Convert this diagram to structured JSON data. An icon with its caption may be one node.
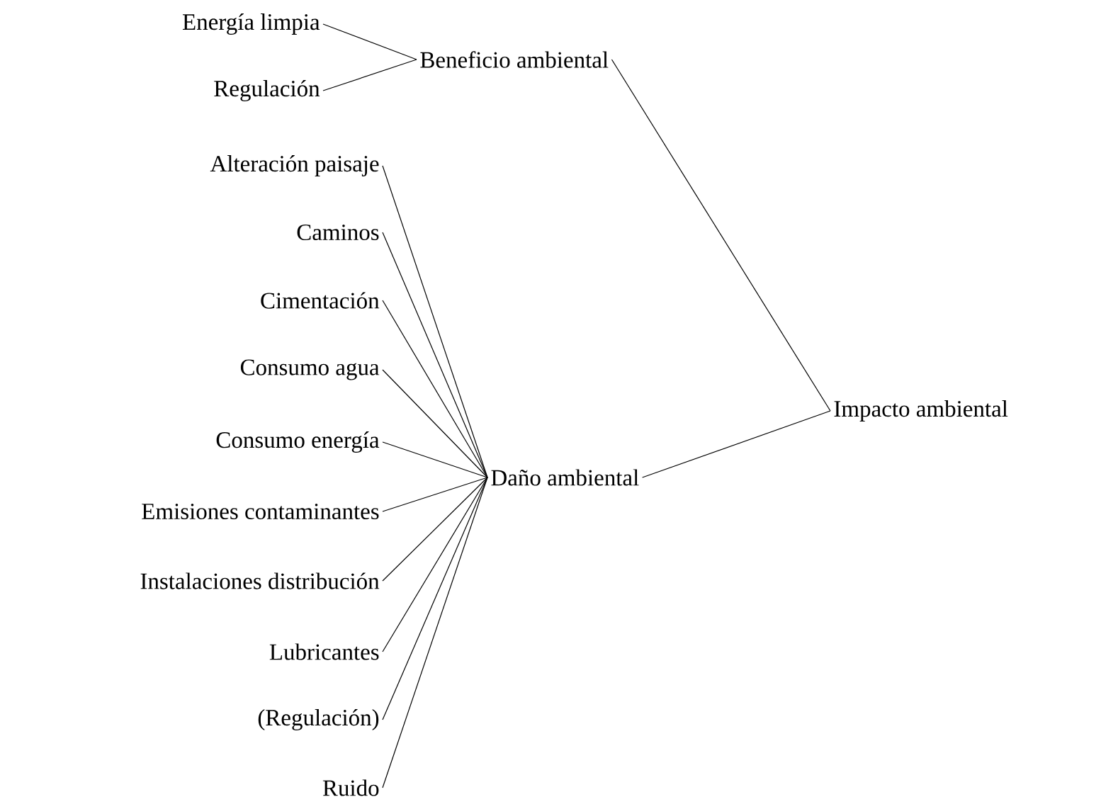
{
  "diagram": {
    "nodes": [
      {
        "text": [
          "Impacto ambiental"
        ]
      },
      {
        "text": [
          "Beneficio ambiental"
        ]
      },
      {
        "text": [
          "Energía limpia"
        ]
      },
      {
        "text": [
          "Regulación"
        ]
      },
      {
        "text": [
          "Daño ambiental"
        ]
      },
      {
        "text": [
          "Alteración paisaje"
        ]
      },
      {
        "text": [
          "Caminos"
        ]
      },
      {
        "text": [
          "Cimentación"
        ]
      },
      {
        "text": [
          "Consumo agua"
        ]
      },
      {
        "text": [
          "Consumo energía"
        ]
      },
      {
        "text": [
          "Emisiones contaminantes"
        ]
      },
      {
        "text": [
          "Instalaciones distribución"
        ]
      },
      {
        "text": [
          "Lubricantes"
        ]
      },
      {
        "text": [
          "(Regulación)"
        ]
      },
      {
        "text": [
          "Ruido"
        ]
      }
    ],
    "edges": [
      {
        "from": 2,
        "to": 1,
        "arrow": "none"
      },
      {
        "from": 3,
        "to": 1,
        "arrow": "none"
      },
      {
        "from": 1,
        "to": 0,
        "arrow": "none"
      },
      {
        "from": 5,
        "to": 4,
        "arrow": "none"
      },
      {
        "from": 6,
        "to": 4,
        "arrow": "none"
      },
      {
        "from": 7,
        "to": 4,
        "arrow": "none"
      },
      {
        "from": 8,
        "to": 4,
        "arrow": "none"
      },
      {
        "from": 9,
        "to": 4,
        "arrow": "none"
      },
      {
        "from": 10,
        "to": 4,
        "arrow": "none"
      },
      {
        "from": 11,
        "to": 4,
        "arrow": "none"
      },
      {
        "from": 12,
        "to": 4,
        "arrow": "none"
      },
      {
        "from": 13,
        "to": 4,
        "arrow": "none"
      },
      {
        "from": 14,
        "to": 4,
        "arrow": "none"
      },
      {
        "from": 4,
        "to": 0,
        "arrow": "none"
      }
    ]
  }
}
